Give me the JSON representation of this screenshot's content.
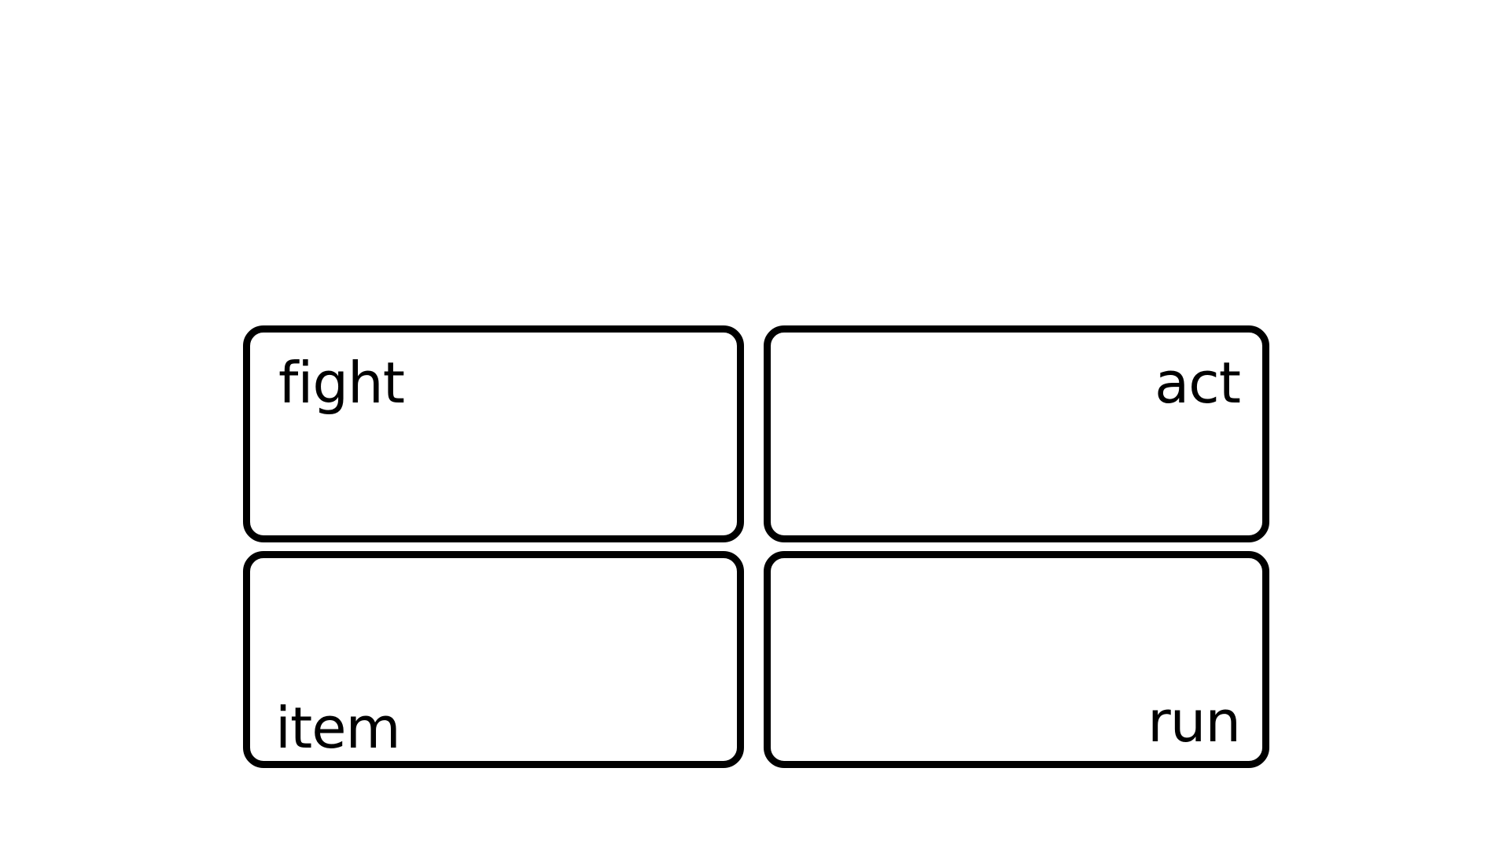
{
  "battle_menu": {
    "fight_label": "fight",
    "act_label": "act",
    "item_label": "item",
    "run_label": "run"
  },
  "colors": {
    "background": "#ffffff",
    "border": "#000000",
    "text": "#000000"
  }
}
